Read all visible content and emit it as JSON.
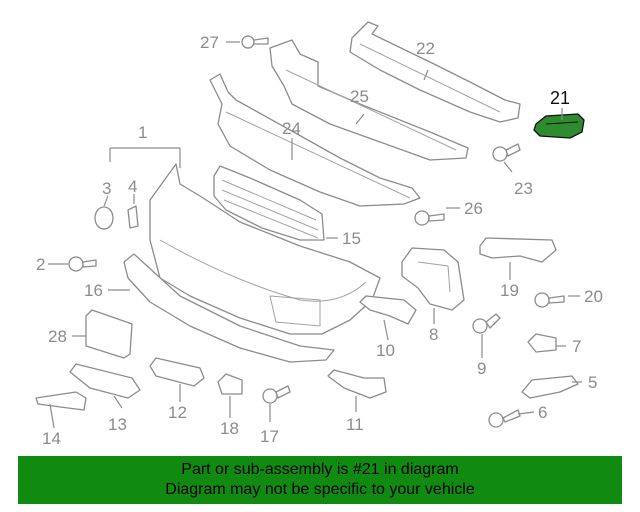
{
  "diagram": {
    "highlight_part": "21",
    "highlight_color": "#2e8b2e",
    "callouts": [
      "1",
      "2",
      "3",
      "4",
      "5",
      "6",
      "7",
      "8",
      "9",
      "10",
      "11",
      "12",
      "13",
      "14",
      "15",
      "16",
      "17",
      "18",
      "19",
      "20",
      "21",
      "22",
      "23",
      "24",
      "25",
      "26",
      "27",
      "28"
    ]
  },
  "notice": {
    "line1": "Part or sub-assembly is #21 in diagram",
    "line2": "Diagram may not be specific to your vehicle",
    "background": "#118a11"
  }
}
